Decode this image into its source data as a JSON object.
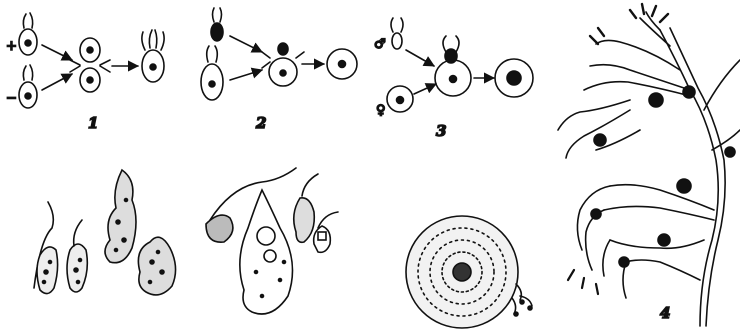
{
  "figure": {
    "panel_labels": [
      "1",
      "2",
      "3",
      "4"
    ],
    "sign_plus": "+",
    "sign_minus": "−",
    "male_symbol": "♂",
    "female_symbol": "♀"
  }
}
